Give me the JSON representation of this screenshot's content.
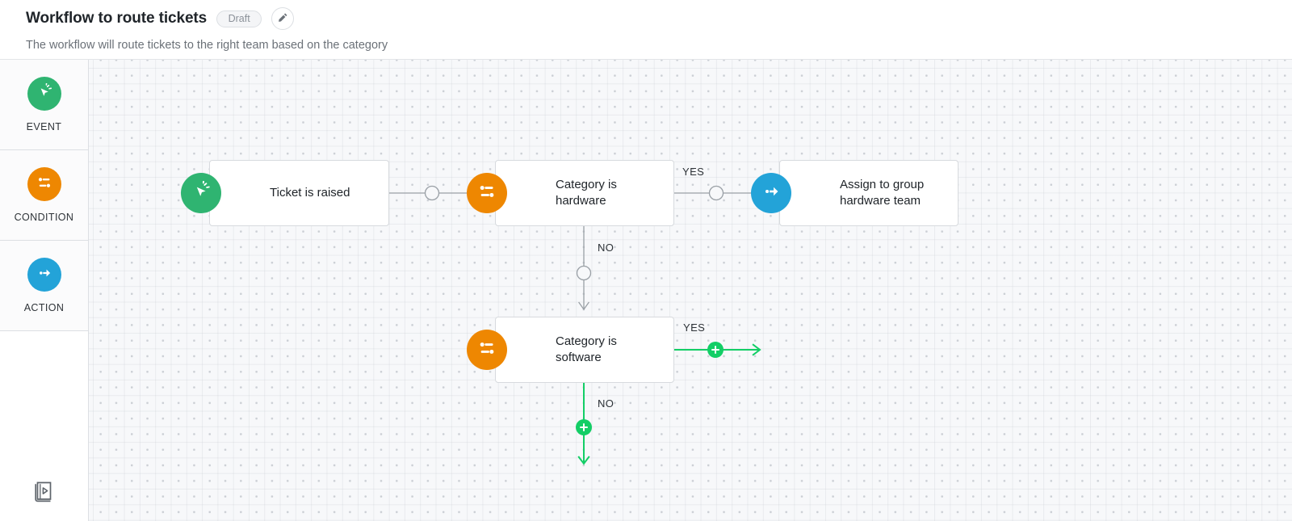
{
  "header": {
    "title": "Workflow to route tickets",
    "status_badge": "Draft",
    "edit_icon": "pencil-icon",
    "subtitle": "The workflow will route tickets to the right team based on the category"
  },
  "sidebar": {
    "items": [
      {
        "label": "EVENT",
        "icon": "cursor-click-icon",
        "color": "#2FB471"
      },
      {
        "label": "CONDITION",
        "icon": "sliders-icon",
        "color": "#EE8701"
      },
      {
        "label": "ACTION",
        "icon": "arrow-action-icon",
        "color": "#23A3D8"
      }
    ],
    "help_icon": "video-guide-book-icon"
  },
  "canvas": {
    "nodes": [
      {
        "id": "event",
        "label": "Ticket is raised",
        "type": "event",
        "icon": "cursor-click-icon",
        "color": "#2FB471"
      },
      {
        "id": "cond_hardware",
        "label": "Category is hardware",
        "type": "condition",
        "icon": "sliders-icon",
        "color": "#EE8701"
      },
      {
        "id": "action_hardware",
        "label": "Assign to group hardware team",
        "type": "action",
        "icon": "arrow-action-icon",
        "color": "#23A3D8"
      },
      {
        "id": "cond_software",
        "label": "Category is software",
        "type": "condition",
        "icon": "sliders-icon",
        "color": "#EE8701"
      }
    ],
    "edges": [
      {
        "id": "event-to-hardware",
        "label": "",
        "state": "connected"
      },
      {
        "id": "hardware-yes",
        "label": "YES",
        "state": "connected"
      },
      {
        "id": "hardware-no",
        "label": "NO",
        "state": "connected"
      },
      {
        "id": "software-yes",
        "label": "YES",
        "state": "empty"
      },
      {
        "id": "software-no",
        "label": "NO",
        "state": "empty"
      }
    ],
    "colors": {
      "connector": "#9aa0a6",
      "connector_empty": "#13ce66",
      "canvas_bg": "#f7f8fa",
      "grid_dot": "#a8aeb7"
    }
  }
}
